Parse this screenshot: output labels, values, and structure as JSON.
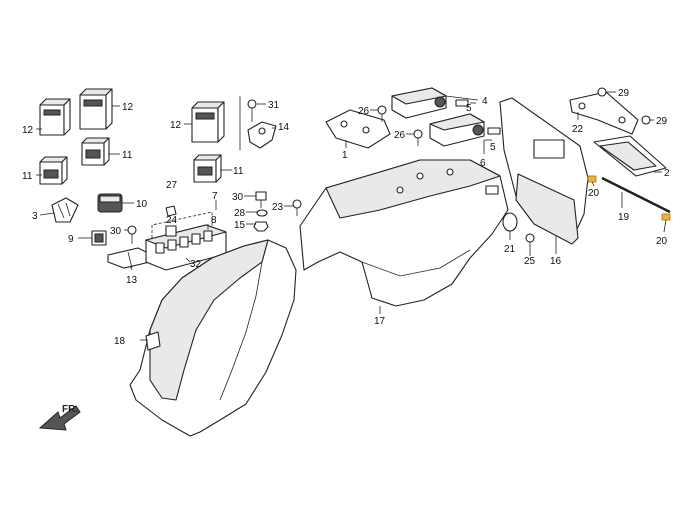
{
  "callouts": [
    {
      "id": "c12a",
      "text": "12"
    },
    {
      "id": "c12b",
      "text": "12"
    },
    {
      "id": "c12c",
      "text": "12"
    },
    {
      "id": "c11a",
      "text": "11"
    },
    {
      "id": "c11b",
      "text": "11"
    },
    {
      "id": "c11c",
      "text": "11"
    },
    {
      "id": "c3",
      "text": "3"
    },
    {
      "id": "c10",
      "text": "10"
    },
    {
      "id": "c9",
      "text": "9"
    },
    {
      "id": "c30a",
      "text": "30"
    },
    {
      "id": "c13",
      "text": "13"
    },
    {
      "id": "c27",
      "text": "27"
    },
    {
      "id": "c24",
      "text": "24"
    },
    {
      "id": "c7",
      "text": "7"
    },
    {
      "id": "c8",
      "text": "8"
    },
    {
      "id": "c32",
      "text": "32"
    },
    {
      "id": "c31",
      "text": "31"
    },
    {
      "id": "c14",
      "text": "14"
    },
    {
      "id": "c30b",
      "text": "30"
    },
    {
      "id": "c28",
      "text": "28"
    },
    {
      "id": "c15",
      "text": "15"
    },
    {
      "id": "c23",
      "text": "23"
    },
    {
      "id": "c1",
      "text": "1"
    },
    {
      "id": "c26a",
      "text": "26"
    },
    {
      "id": "c26b",
      "text": "26"
    },
    {
      "id": "c4",
      "text": "4"
    },
    {
      "id": "c5a",
      "text": "5"
    },
    {
      "id": "c5b",
      "text": "5"
    },
    {
      "id": "c6",
      "text": "6"
    },
    {
      "id": "c22",
      "text": "22"
    },
    {
      "id": "c29a",
      "text": "29"
    },
    {
      "id": "c29b",
      "text": "29"
    },
    {
      "id": "c2",
      "text": "2"
    },
    {
      "id": "c20a",
      "text": "20"
    },
    {
      "id": "c20b",
      "text": "20"
    },
    {
      "id": "c19",
      "text": "19"
    },
    {
      "id": "c21",
      "text": "21"
    },
    {
      "id": "c25",
      "text": "25"
    },
    {
      "id": "c16",
      "text": "16"
    },
    {
      "id": "c17",
      "text": "17"
    },
    {
      "id": "c18",
      "text": "18"
    }
  ],
  "direction_marker": {
    "text": "FR."
  }
}
